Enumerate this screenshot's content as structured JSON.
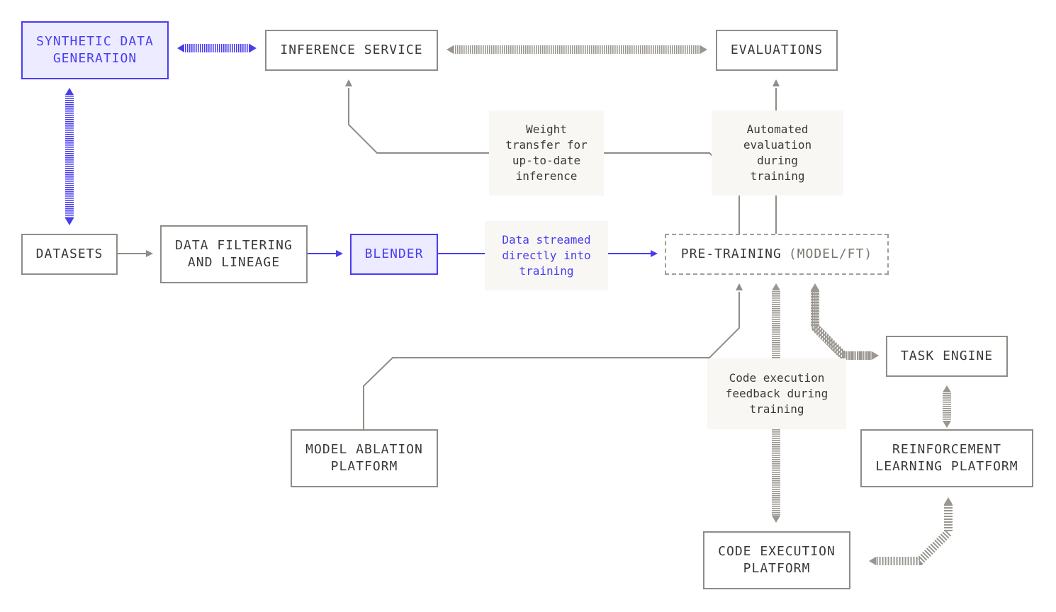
{
  "colors": {
    "accent": "#4a3df0",
    "accent_fill": "#ecebff",
    "gray": "#8f8b86",
    "note_bg": "#f8f7f3"
  },
  "nodes": {
    "synthetic_data_generation": "SYNTHETIC DATA\nGENERATION",
    "inference_service": "INFERENCE SERVICE",
    "evaluations": "EVALUATIONS",
    "datasets": "DATASETS",
    "data_filtering": "DATA FILTERING\nAND LINEAGE",
    "blender": "BLENDER",
    "pre_training": "PRE-TRAINING",
    "pre_training_suffix": "(MODEL/FT)",
    "task_engine": "TASK ENGINE",
    "model_ablation": "MODEL ABLATION\nPLATFORM",
    "reinforcement_learning": "REINFORCEMENT\nLEARNING PLATFORM",
    "code_execution": "CODE EXECUTION\nPLATFORM"
  },
  "labels": {
    "weight_transfer": "Weight\ntransfer for\nup-to-date\ninference",
    "automated_evaluation": "Automated\nevaluation\nduring\ntraining",
    "data_streamed": "Data streamed\ndirectly into\ntraining",
    "code_feedback": "Code execution\nfeedback during\ntraining"
  }
}
